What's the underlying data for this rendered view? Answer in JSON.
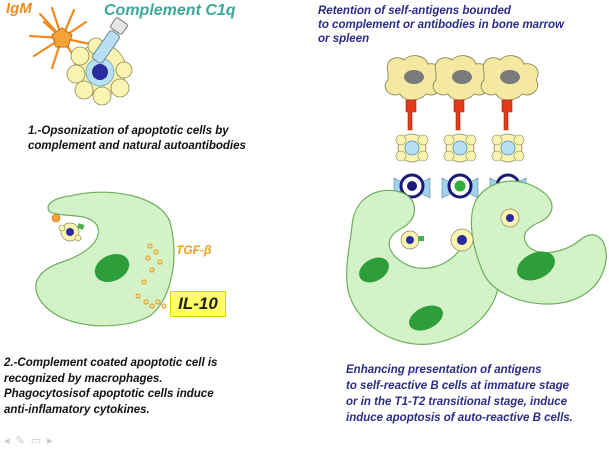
{
  "labels": {
    "igm": "IgM",
    "c1q": "Complement C1q",
    "tgf": "TGF-β",
    "il10": "IL-10"
  },
  "captions": {
    "opsonization": [
      "1.-Opsonization of apoptotic cells by",
      "complement and natural autoantibodies"
    ],
    "recognition": [
      "2.-Complement coated apoptotic cell is",
      "recognized by macrophages.",
      "Phagocytosisof apoptotic cells induce",
      " anti-inflamatory cytokines."
    ],
    "retention": [
      "Retention of self-antigens bounded",
      "to complement or antibodies in bone marrow",
      "or spleen"
    ],
    "enhancing": [
      "Enhancing presentation of antigens",
      " to self-reactive B cells at immature stage",
      "or in the T1-T2 transitional stage, induce",
      "induce apoptosis of auto-reactive B cells."
    ]
  },
  "colors": {
    "macrophage_fill": "#d4f2c8",
    "macrophage_stroke": "#6fae5e",
    "nucleus": "#2e9e3a",
    "apoptotic_blob": "#fbf3b0",
    "apoptotic_core": "#2a2a9c",
    "c1q_stem": "#8fc7e6",
    "igm": "#f08a1c",
    "receptor": "#e23a16",
    "bcell_ring": "#1a1a7a",
    "bcell_wing": "#9fd2ec",
    "antigen_cell": "#f5e8a0",
    "antigen_nucleus": "#7a7a7a",
    "caption_blue": "#2b2b8c",
    "il10_box": "#ffff66",
    "tgf_text": "#f0a020"
  },
  "icons": {
    "navigation": [
      "arrow-left-icon",
      "pencil-icon",
      "square-icon",
      "arrow-right-icon"
    ]
  }
}
